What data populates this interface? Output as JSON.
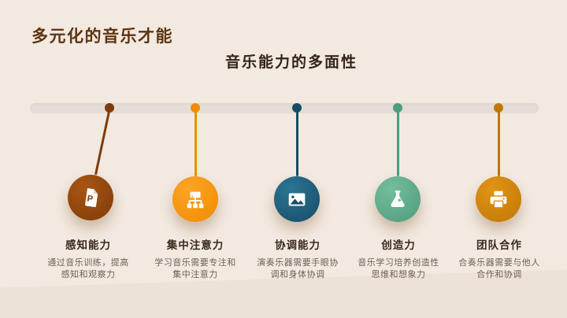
{
  "slide": {
    "title": "多元化的音乐才能",
    "subtitle": "音乐能力的多面性",
    "background": "#f2e9e1",
    "title_color": "#5e3410",
    "subtitle_color": "#342419"
  },
  "timeline": {
    "bar_color": "#e4ddd5",
    "items": [
      {
        "title": "感知能力",
        "desc": "通过音乐训练，提高\n感知和观察力",
        "icon": "document-p-icon",
        "color": "#a85512",
        "color_dark": "#7e3c0a"
      },
      {
        "title": "集中注意力",
        "desc": "学习音乐需要专注和\n集中注意力",
        "icon": "sitemap-icon",
        "color": "#fca426",
        "color_dark": "#ef8c00"
      },
      {
        "title": "协调能力",
        "desc": "演奏乐器需要手眼协\n调和身体协调",
        "icon": "image-icon",
        "color": "#2b7494",
        "color_dark": "#164d66"
      },
      {
        "title": "创造力",
        "desc": "音乐学习培养创造性\n思维和想象力",
        "icon": "flask-icon",
        "color": "#74bd9b",
        "color_dark": "#4e9c7c"
      },
      {
        "title": "团队合作",
        "desc": "合奏乐器需要与他人\n合作和协调",
        "icon": "printer-icon",
        "color": "#e09415",
        "color_dark": "#c07704"
      }
    ]
  }
}
